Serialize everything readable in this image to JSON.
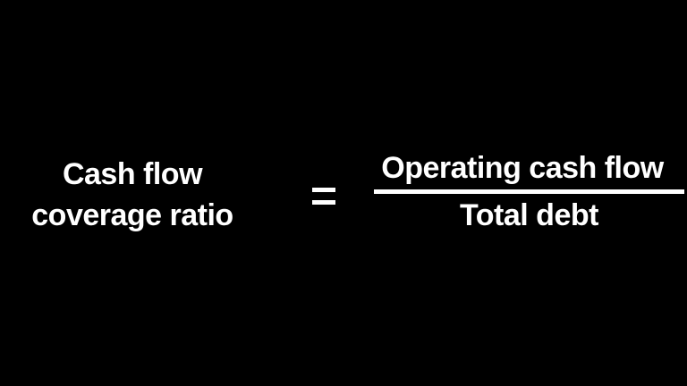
{
  "formula": {
    "lhs_line1": "Cash flow",
    "lhs_line2": "coverage ratio",
    "operator": "=",
    "numerator": "Operating cash flow",
    "denominator": "Total debt"
  },
  "colors": {
    "background": "#000000",
    "text": "#ffffff"
  }
}
